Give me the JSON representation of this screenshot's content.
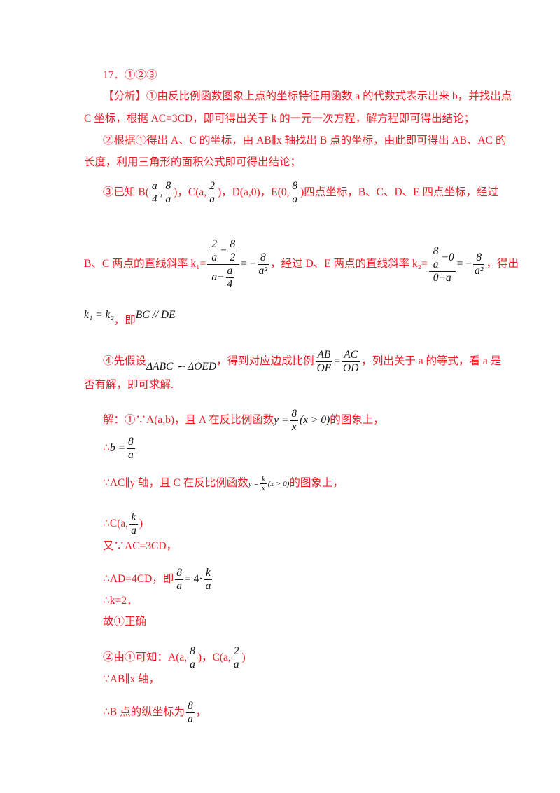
{
  "answer": "17．①②③",
  "analysis": {
    "label": "【分析】",
    "p1_line1": "①由反比例函数图象上点的坐标特征用函数 a 的代数式表示出来 b，并找出点",
    "p1_line2": "C 坐标，根据 AC=3CD，即可得出关于 k 的一元一次方程，解方程即可得出结论；",
    "p2_line1": "②根据①得出 A、C 的坐标，由 AB∥x 轴找出 B 点的坐标，由此即可得出 AB、AC 的",
    "p2_line2": "长度，利用三角形的面积公式即可得出结论；",
    "p3": {
      "t1": "③已知 B(",
      "b_x_num": "a",
      "b_x_den": "4",
      "comma": ",",
      "b_y_num": "8",
      "b_y_den": "a",
      "t2": ")，C(a,",
      "c_num": "2",
      "c_den": "a",
      "t3": ")，D(a,0)，E(0,",
      "e_num": "8",
      "e_den": "a",
      "t4": ")四点坐标，B、C、D、E 四点坐标，经过"
    },
    "p3_line2": {
      "t1": "B、C 两点的直线斜率 k₁=",
      "k1_num_a": "2",
      "k1_num_a_den": "a",
      "k1_num_minus": "−",
      "k1_num_b": "8",
      "k1_num_b_den": "2",
      "k1_den_a": "a",
      "k1_den_minus": "−",
      "k1_den_b": "a",
      "k1_den_b_den": "4",
      "k1_eq": "= −",
      "k1_res_num": "8",
      "k1_res_den": "a²",
      "t2": "，经过 D、E 两点的直线斜率 k₂=",
      "k2_num_frac_num": "8",
      "k2_num_frac_den": "a",
      "k2_num_rest": "−0",
      "k2_den": "0−a",
      "k2_eq": "= −",
      "k2_res_num": "8",
      "k2_res_den": "a²",
      "t3": "，得出"
    },
    "p3_line3": {
      "math": "k₁ = k₂",
      "t1": "，即",
      "math2": "BC // DE"
    },
    "p4": {
      "t1": "④先假设",
      "math": "ΔABC ∽ ΔOED",
      "t2": "，得到对应边成比例",
      "f1_num": "AB",
      "f1_den": "OE",
      "eq": "=",
      "f2_num": "AC",
      "f2_den": "OD",
      "t3": "，列出关于 a 的等式，看 a 是"
    },
    "p4_line2": "否有解，即可求解."
  },
  "solution": {
    "s1": {
      "t1": "解：①∵A(a,b)，且 A 在反比例函数",
      "math_y": "y =",
      "num": "8",
      "den": "x",
      "cond": "(x > 0)",
      "t2": "的图象上，"
    },
    "s2": {
      "t1": "∴",
      "math": "b =",
      "num": "8",
      "den": "a"
    },
    "s3": {
      "t1": "∵AC∥y 轴，且 C 在反比例函数",
      "math_y": "y =",
      "num": "k",
      "den": "x",
      "cond": "(x > 0)",
      "t2": "的图象上，"
    },
    "s4": {
      "t1": "∴C(a,",
      "num": "k",
      "den": "a",
      "t2": ")"
    },
    "s5": "又∵AC=3CD，",
    "s6": {
      "t1": "∴AD=4CD，即",
      "num1": "8",
      "den1": "a",
      "mid": "= 4·",
      "num2": "k",
      "den2": "a"
    },
    "s7": "∴k=2．",
    "s8": "故①正确",
    "s9": {
      "t1": "②由①可知：A(a,",
      "num1": "8",
      "den1": "a",
      "t2": ")，C(a,",
      "num2": "2",
      "den2": "a",
      "t3": ")"
    },
    "s10": "∵AB∥x 轴，",
    "s11": {
      "t1": "∴B 点的纵坐标为",
      "num": "8",
      "den": "a",
      "t2": "，"
    }
  },
  "colors": {
    "text": "#ee1c24",
    "math": "#111111"
  }
}
